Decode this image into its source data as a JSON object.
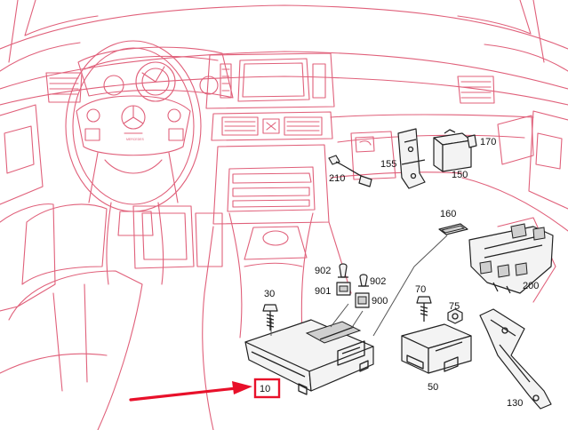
{
  "diagram": {
    "brand_text": "MERCEDES",
    "highlight_color": "#e8102a",
    "arrow_color": "#e8102a",
    "line_color": "#e0607a",
    "part_color": "#222222",
    "highlighted_part": "10",
    "labels": {
      "p10": "10",
      "p30": "30",
      "p50": "50",
      "p70": "70",
      "p75": "75",
      "p130": "130",
      "p150": "150",
      "p155": "155",
      "p160": "160",
      "p170": "170",
      "p200": "200",
      "p210": "210",
      "p900": "900",
      "p901": "901",
      "p902a": "902",
      "p902b": "902"
    }
  }
}
